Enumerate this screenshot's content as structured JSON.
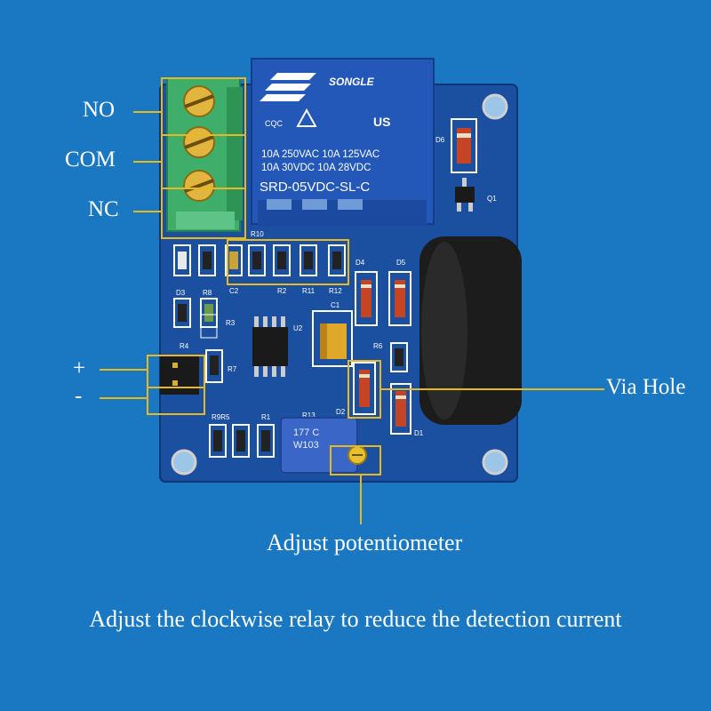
{
  "labels": {
    "no": "NO",
    "com": "COM",
    "nc": "NC",
    "plus": "+",
    "minus": "-",
    "via_hole": "Via Hole",
    "adjust_pot": "Adjust potentiometer"
  },
  "caption": "Adjust the clockwise relay to reduce the detection current",
  "relay": {
    "brand": "SONGLE",
    "rating1": "10A 250VAC  10A 125VAC",
    "rating2": "10A  30VDC  10A  28VDC",
    "model": "SRD-05VDC-SL-C",
    "cert1": "CQC",
    "cert2": "US"
  },
  "silkscreen": {
    "d6": "D6",
    "q1": "Q1",
    "r10": "R10",
    "d4": "D4",
    "d5": "D5",
    "c2": "C2",
    "r2": "R2",
    "r11": "R11",
    "r12": "R12",
    "c1": "C1",
    "d3": "D3",
    "r8": "R8",
    "r3": "R3",
    "u2": "U2",
    "r4": "R4",
    "r7": "R7",
    "r6": "R6",
    "d2": "D2",
    "d1": "D1",
    "r9r5": "R9R5",
    "r1": "R1",
    "r13": "R13"
  },
  "pot_marking": {
    "line1": "177 C",
    "line2": "W103"
  },
  "colors": {
    "background": "#1a78c2",
    "pcb": "#1b4fa0",
    "callout": "#e8b820",
    "relay": "#2358b8",
    "terminal": "#3fae6a"
  }
}
